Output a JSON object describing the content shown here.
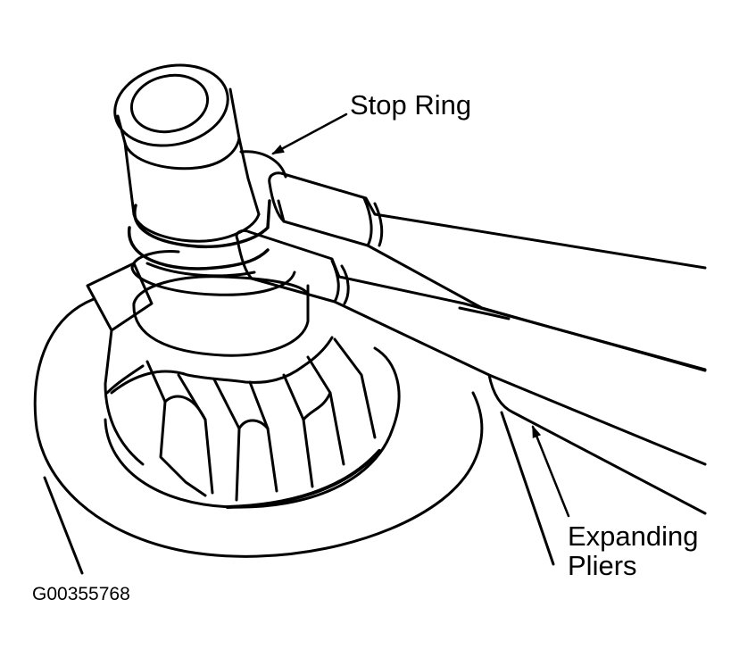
{
  "labels": {
    "stop_ring": "Stop Ring",
    "expanding_line1": "Expanding",
    "expanding_line2": "Pliers",
    "figure_id": "G00355768"
  },
  "colors": {
    "ink": "#000000",
    "paper": "#ffffff"
  }
}
